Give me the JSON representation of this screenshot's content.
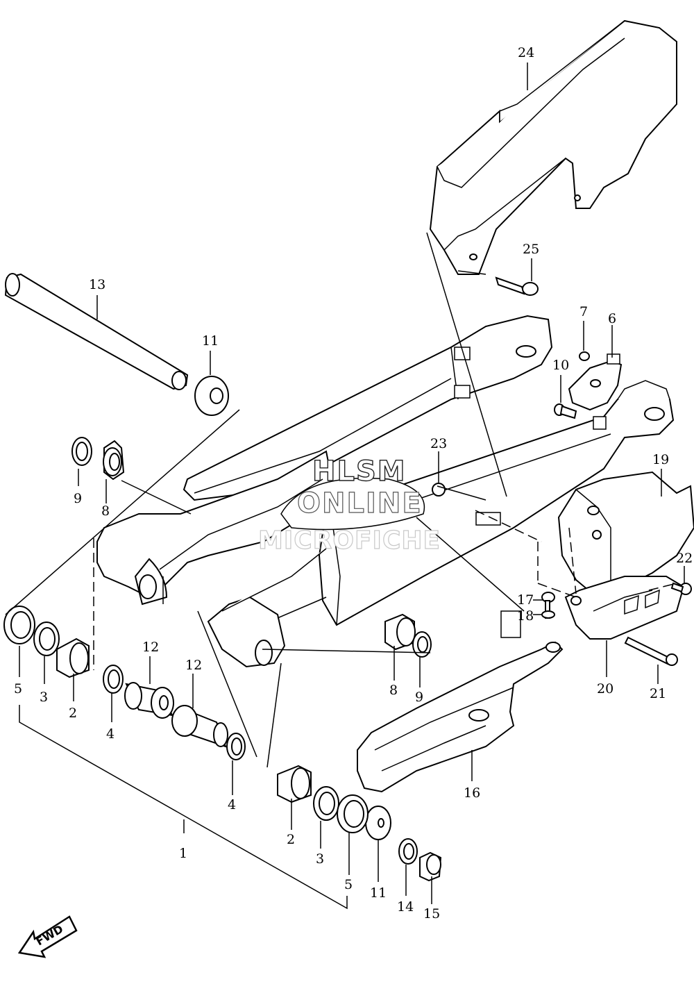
{
  "watermark": {
    "line1": "HLSM",
    "line2": "ONLINE",
    "line3": "MICROFICHE"
  },
  "fwd_label": "FWD",
  "callouts": {
    "c1": "1",
    "c2a": "2",
    "c2b": "2",
    "c3a": "3",
    "c3b": "3",
    "c4a": "4",
    "c4b": "4",
    "c5a": "5",
    "c5b": "5",
    "c6": "6",
    "c7": "7",
    "c8a": "8",
    "c8b": "8",
    "c9a": "9",
    "c9b": "9",
    "c10": "10",
    "c11a": "11",
    "c11b": "11",
    "c12a": "12",
    "c12b": "12",
    "c13": "13",
    "c14": "14",
    "c15": "15",
    "c16": "16",
    "c17": "17",
    "c18": "18",
    "c19": "19",
    "c20": "20",
    "c21": "21",
    "c22": "22",
    "c23": "23",
    "c24": "24",
    "c25": "25"
  }
}
